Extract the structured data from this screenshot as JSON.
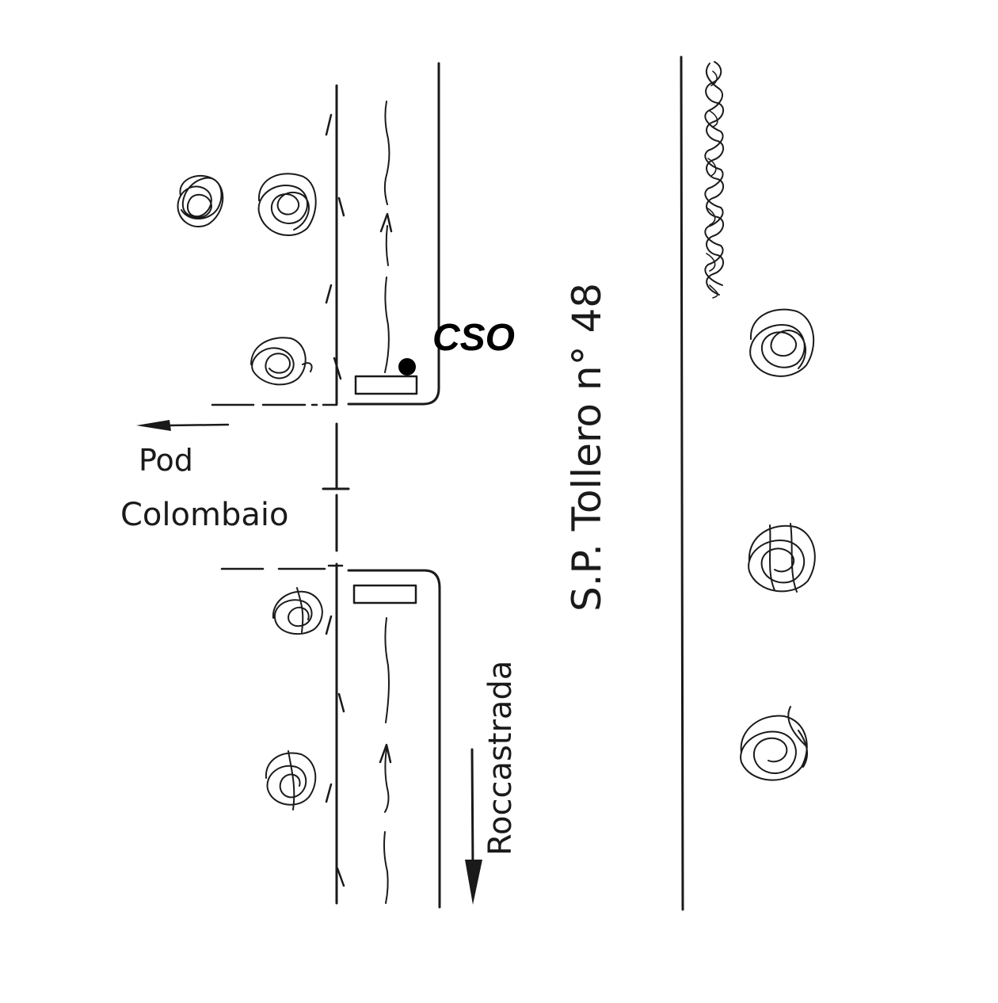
{
  "labels": {
    "marker": "CSO",
    "side_road_line1": "Pod",
    "side_road_line2": "Colombaio",
    "main_road": "S.P. Tollero n° 48",
    "direction": "Roccastrada"
  },
  "colors": {
    "ink": "#1a1a1a",
    "marker": "#000000",
    "background": "#ffffff"
  }
}
